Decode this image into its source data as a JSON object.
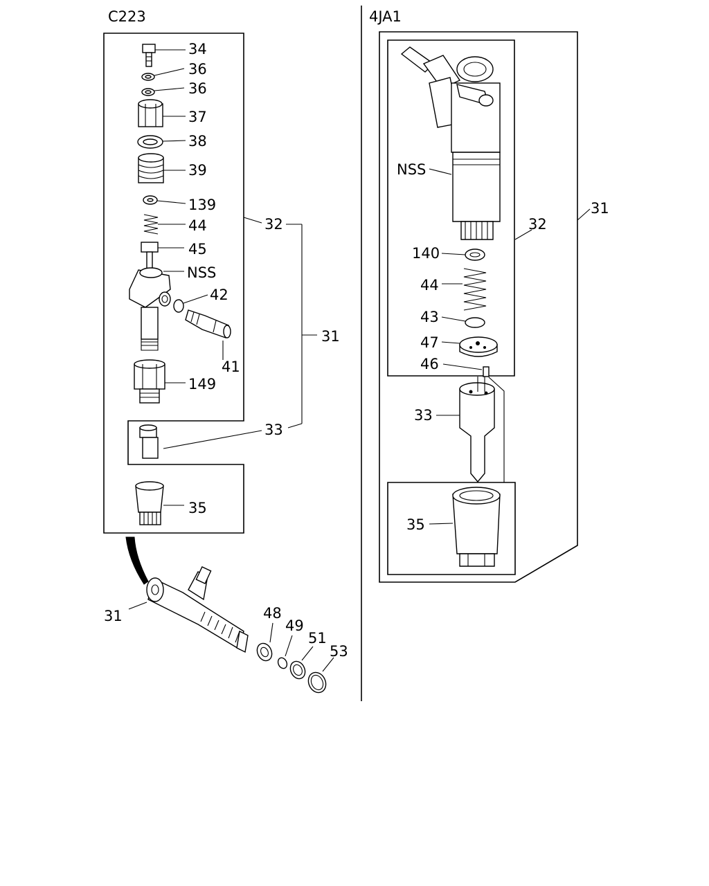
{
  "left_panel": {
    "model": "C223",
    "labels": {
      "p34": "34",
      "p36a": "36",
      "p36b": "36",
      "p37": "37",
      "p38": "38",
      "p39": "39",
      "p139": "139",
      "p44": "44",
      "p45": "45",
      "nss": "NSS",
      "p42": "42",
      "p41": "41",
      "p149": "149",
      "p32": "32",
      "p31": "31",
      "p33": "33",
      "p35": "35",
      "p31b": "31",
      "p48": "48",
      "p49": "49",
      "p51": "51",
      "p53": "53"
    }
  },
  "right_panel": {
    "model": "4JA1",
    "labels": {
      "nss": "NSS",
      "p32": "32",
      "p31": "31",
      "p140": "140",
      "p44": "44",
      "p43": "43",
      "p47": "47",
      "p46": "46",
      "p33": "33",
      "p35": "35"
    }
  }
}
